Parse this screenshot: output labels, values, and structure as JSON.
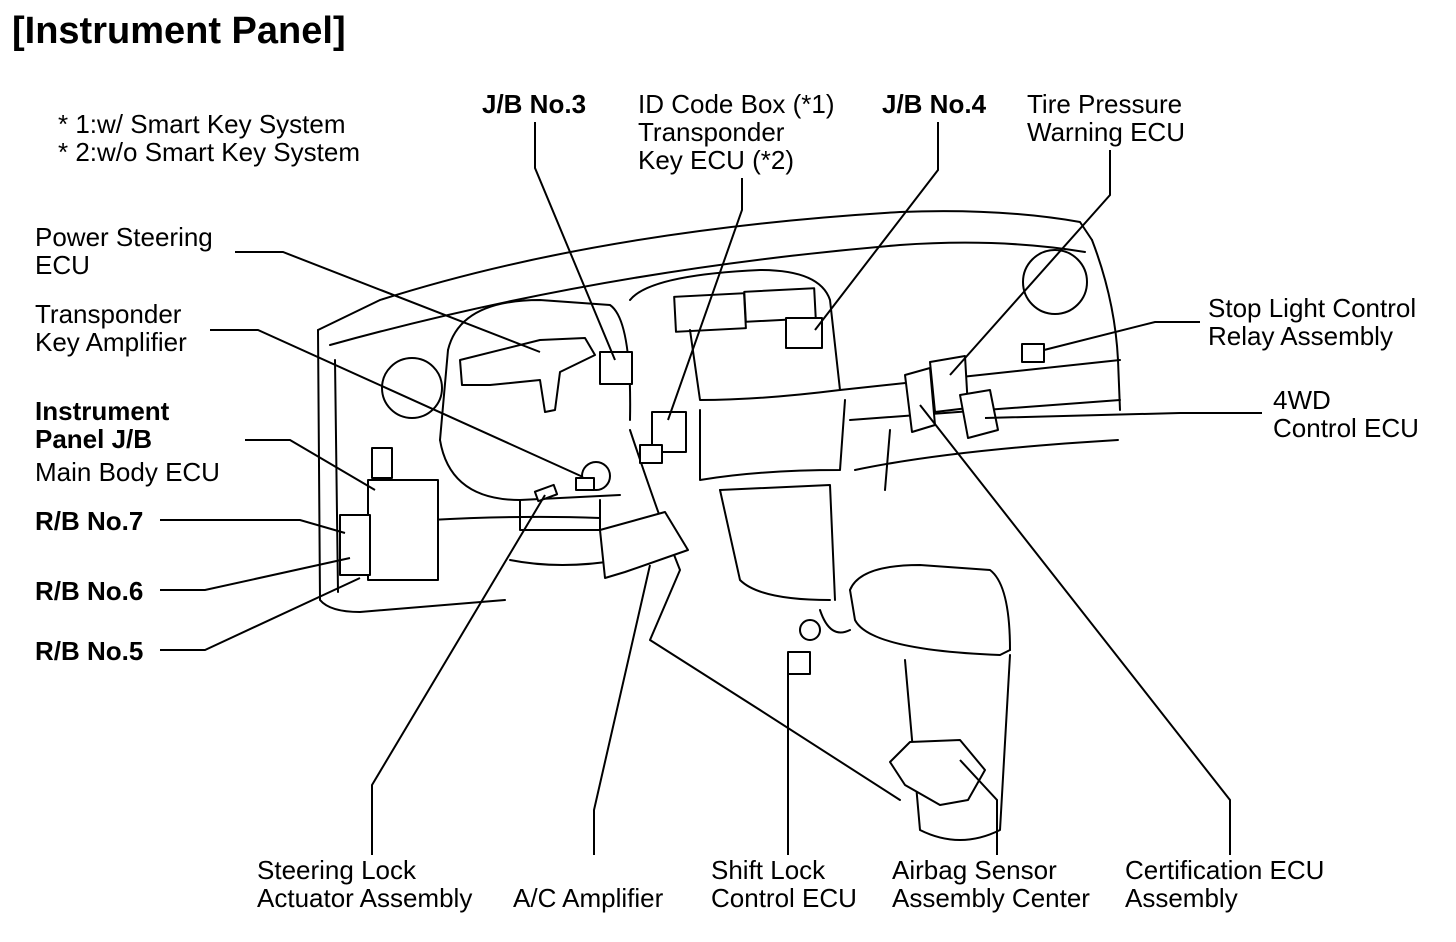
{
  "title": "[Instrument Panel]",
  "notes": [
    "* 1:w/ Smart Key System",
    "* 2:w/o Smart Key System"
  ],
  "labels": {
    "jb_no3": "J/B No.3",
    "id_code_box": [
      "ID Code Box (*1)",
      "Transponder",
      "Key ECU (*2)"
    ],
    "jb_no4": "J/B No.4",
    "tire_pressure": [
      "Tire Pressure",
      "Warning ECU"
    ],
    "power_steering": [
      "Power Steering",
      "ECU"
    ],
    "transponder_amp": [
      "Transponder",
      "Key Amplifier"
    ],
    "stop_light": [
      "Stop Light Control",
      "Relay Assembly"
    ],
    "instrument_panel_jb": [
      "Instrument",
      "Panel J/B"
    ],
    "main_body_ecu": "Main Body ECU",
    "fwd_control": [
      "4WD",
      "Control ECU"
    ],
    "rb_no7": "R/B No.7",
    "rb_no6": "R/B No.6",
    "rb_no5": "R/B No.5",
    "steering_lock": [
      "Steering Lock",
      "Actuator Assembly"
    ],
    "ac_amplifier": "A/C Amplifier",
    "shift_lock": [
      "Shift Lock",
      "Control ECU"
    ],
    "airbag_sensor": [
      "Airbag Sensor",
      "Assembly Center"
    ],
    "certification_ecu": [
      "Certification ECU",
      "Assembly"
    ]
  }
}
